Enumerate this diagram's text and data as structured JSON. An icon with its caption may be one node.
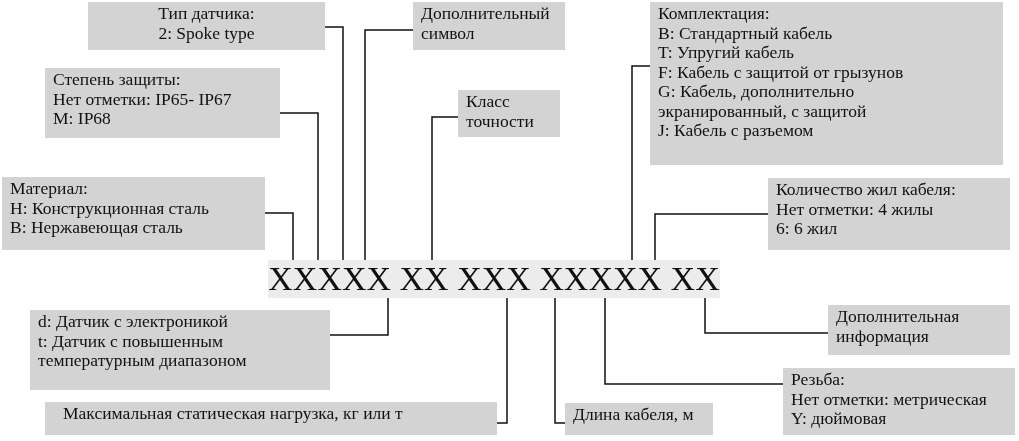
{
  "diagram": {
    "nodes": [
      {
        "text": [
          "Тип датчика:",
          "2: Spoke type"
        ]
      },
      {
        "text": [
          "Дополнительный символ"
        ]
      },
      {
        "text": [
          "Комплектация:",
          "B: Стандартный кабель",
          "T: Упругий кабель",
          "F: Кабель с защитой от грызунов",
          "G: Кабель, дополнительно экранированный, с защитой",
          "J: Кабель с разъемом"
        ]
      },
      {
        "text": [
          "Степень защиты:",
          "Нет отметки: IP65- IP67",
          "M: IP68"
        ]
      },
      {
        "text": [
          "Класс точности"
        ]
      },
      {
        "text": [
          "Материал:",
          "H: Конструкционная сталь",
          "B: Нержавеющая сталь"
        ]
      },
      {
        "text": [
          "Количество жил кабеля:",
          "Нет отметки: 4 жилы",
          "6: 6 жил"
        ]
      },
      {
        "text": [
          "XXXXX XX XXX XXXXX XX"
        ]
      },
      {
        "text": [
          "d: Датчик с электроникой",
          "t: Датчик с повышенным температурным диапазоном"
        ]
      },
      {
        "text": [
          "Дополнительная информация"
        ]
      },
      {
        "text": [
          "Резьба:",
          "Нет отметки: метрическая",
          "Y: дюймовая"
        ]
      },
      {
        "text": [
          "Максимальная статическая нагрузка, кг или т"
        ]
      },
      {
        "text": [
          "Длина кабеля, м"
        ]
      }
    ],
    "edges": [
      {
        "from": 0,
        "to": 7,
        "arrow": "none"
      },
      {
        "from": 1,
        "to": 7,
        "arrow": "none"
      },
      {
        "from": 2,
        "to": 7,
        "arrow": "none"
      },
      {
        "from": 3,
        "to": 7,
        "arrow": "none"
      },
      {
        "from": 4,
        "to": 7,
        "arrow": "none"
      },
      {
        "from": 5,
        "to": 7,
        "arrow": "none"
      },
      {
        "from": 6,
        "to": 7,
        "arrow": "none"
      },
      {
        "from": 8,
        "to": 7,
        "arrow": "none"
      },
      {
        "from": 9,
        "to": 7,
        "arrow": "none"
      },
      {
        "from": 10,
        "to": 7,
        "arrow": "none"
      },
      {
        "from": 11,
        "to": 7,
        "arrow": "none"
      },
      {
        "from": 12,
        "to": 7,
        "arrow": "none"
      }
    ]
  }
}
